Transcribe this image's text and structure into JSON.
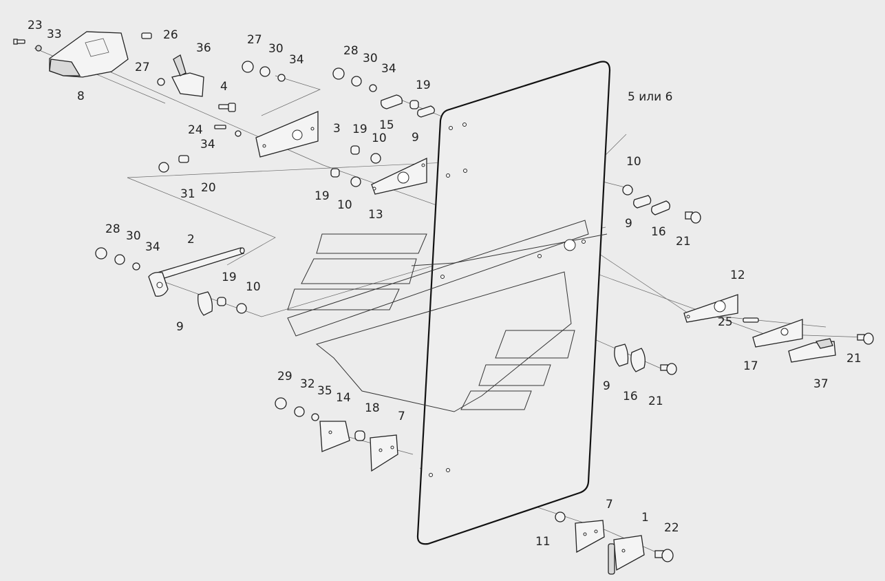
{
  "diagram": {
    "callouts": [
      {
        "id": "c23a",
        "text": "23"
      },
      {
        "id": "c33",
        "text": "33"
      },
      {
        "id": "c26",
        "text": "26"
      },
      {
        "id": "c36",
        "text": "36"
      },
      {
        "id": "c27a",
        "text": "27"
      },
      {
        "id": "c8",
        "text": "8"
      },
      {
        "id": "c27b",
        "text": "27"
      },
      {
        "id": "c30a",
        "text": "30"
      },
      {
        "id": "c34a",
        "text": "34"
      },
      {
        "id": "c4",
        "text": "4"
      },
      {
        "id": "c28a",
        "text": "28"
      },
      {
        "id": "c30b",
        "text": "30"
      },
      {
        "id": "c34b",
        "text": "34"
      },
      {
        "id": "c19a",
        "text": "19"
      },
      {
        "id": "c15",
        "text": "15"
      },
      {
        "id": "c9a",
        "text": "9"
      },
      {
        "id": "c5",
        "text": "5 или 6"
      },
      {
        "id": "c24",
        "text": "24"
      },
      {
        "id": "c34c",
        "text": "34"
      },
      {
        "id": "c3",
        "text": "3"
      },
      {
        "id": "c19b",
        "text": "19"
      },
      {
        "id": "c10a",
        "text": "10"
      },
      {
        "id": "c31",
        "text": "31"
      },
      {
        "id": "c20",
        "text": "20"
      },
      {
        "id": "c19c",
        "text": "19"
      },
      {
        "id": "c10b",
        "text": "10"
      },
      {
        "id": "c13",
        "text": "13"
      },
      {
        "id": "c10c",
        "text": "10"
      },
      {
        "id": "c9b",
        "text": "9"
      },
      {
        "id": "c16a",
        "text": "16"
      },
      {
        "id": "c21a",
        "text": "21"
      },
      {
        "id": "c28b",
        "text": "28"
      },
      {
        "id": "c30c",
        "text": "30"
      },
      {
        "id": "c34d",
        "text": "34"
      },
      {
        "id": "c2",
        "text": "2"
      },
      {
        "id": "c19d",
        "text": "19"
      },
      {
        "id": "c10d",
        "text": "10"
      },
      {
        "id": "c9c",
        "text": "9"
      },
      {
        "id": "c12",
        "text": "12"
      },
      {
        "id": "c25",
        "text": "25"
      },
      {
        "id": "c21b",
        "text": "21"
      },
      {
        "id": "c17",
        "text": "17"
      },
      {
        "id": "c37",
        "text": "37"
      },
      {
        "id": "c9d",
        "text": "9"
      },
      {
        "id": "c16b",
        "text": "16"
      },
      {
        "id": "c21c",
        "text": "21"
      },
      {
        "id": "c29",
        "text": "29"
      },
      {
        "id": "c32",
        "text": "32"
      },
      {
        "id": "c35",
        "text": "35"
      },
      {
        "id": "c14",
        "text": "14"
      },
      {
        "id": "c18",
        "text": "18"
      },
      {
        "id": "c7a",
        "text": "7"
      },
      {
        "id": "c11",
        "text": "11"
      },
      {
        "id": "c7b",
        "text": "7"
      },
      {
        "id": "c1",
        "text": "1"
      },
      {
        "id": "c22",
        "text": "22"
      }
    ]
  }
}
